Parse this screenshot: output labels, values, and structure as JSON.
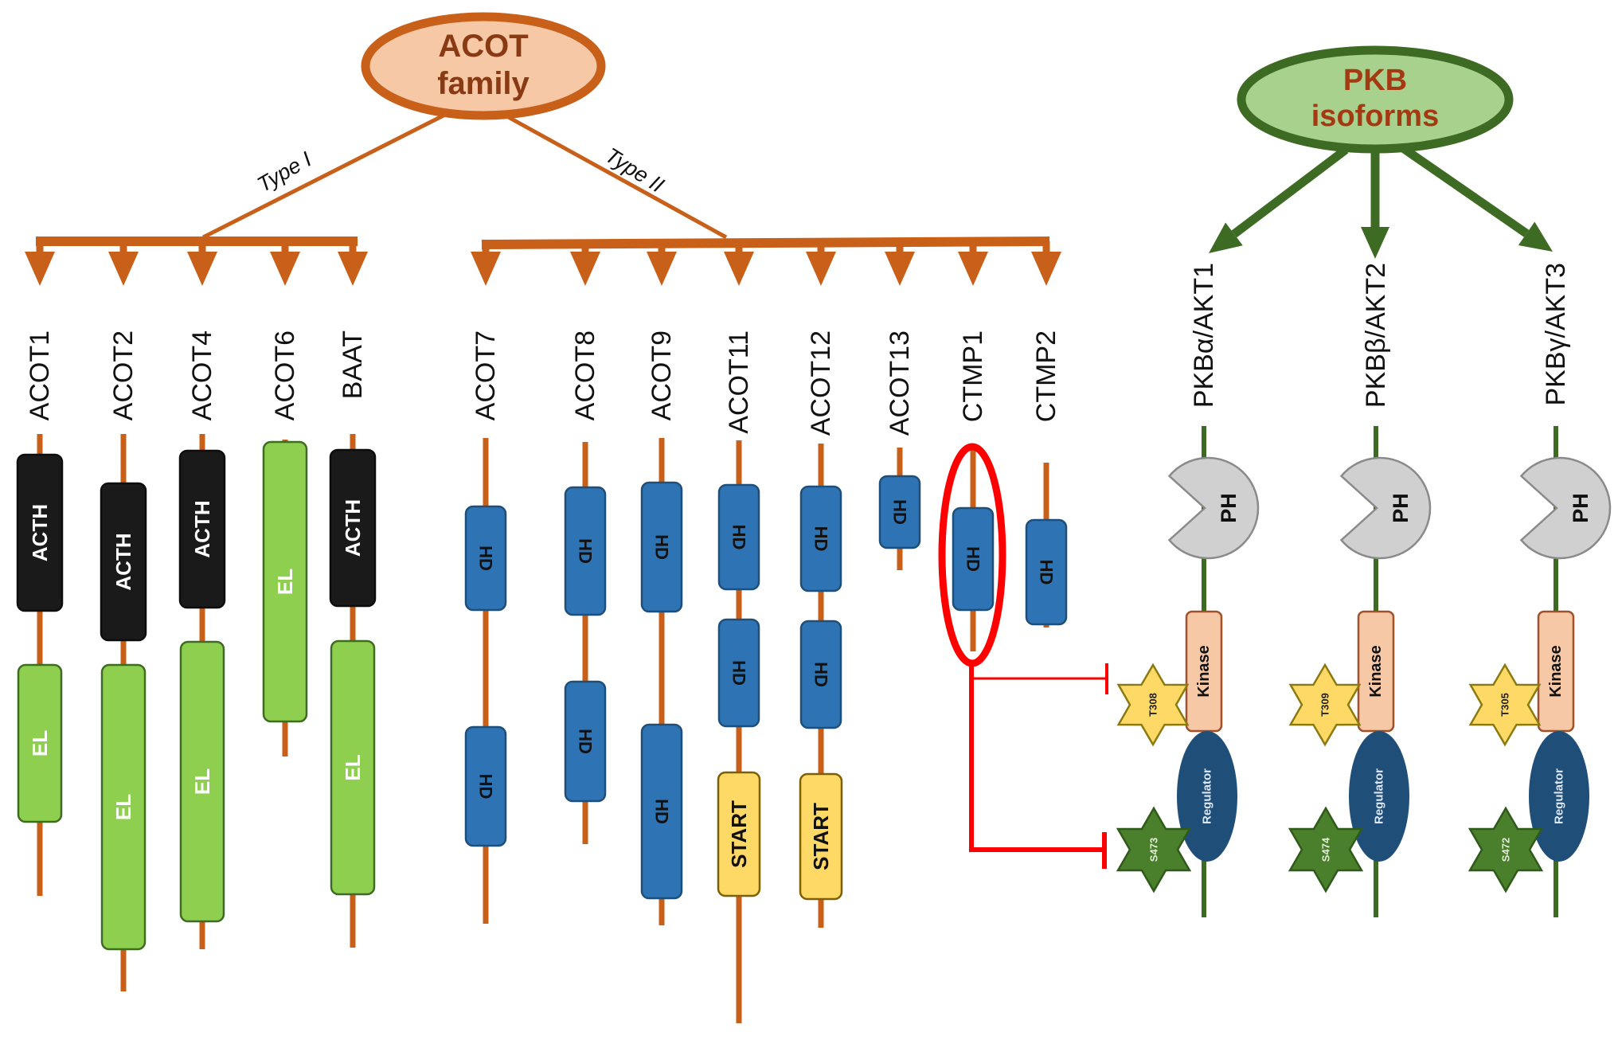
{
  "acot_family": {
    "title_line1": "ACOT",
    "title_line2": "family",
    "branches": [
      {
        "label": "Type I",
        "genes": [
          {
            "name": "ACOT1",
            "domains": [
              {
                "type": "ACTH",
                "label": "ACTH"
              },
              {
                "type": "EL",
                "label": "EL"
              }
            ]
          },
          {
            "name": "ACOT2",
            "domains": [
              {
                "type": "ACTH",
                "label": "ACTH"
              },
              {
                "type": "EL",
                "label": "EL"
              }
            ]
          },
          {
            "name": "ACOT4",
            "domains": [
              {
                "type": "ACTH",
                "label": "ACTH"
              },
              {
                "type": "EL",
                "label": "EL"
              }
            ]
          },
          {
            "name": "ACOT6",
            "domains": [
              {
                "type": "EL",
                "label": "EL"
              }
            ]
          },
          {
            "name": "BAAT",
            "domains": [
              {
                "type": "ACTH",
                "label": "ACTH"
              },
              {
                "type": "EL",
                "label": "EL"
              }
            ]
          }
        ]
      },
      {
        "label": "Type II",
        "genes": [
          {
            "name": "ACOT7",
            "domains": [
              {
                "type": "HD",
                "label": "HD"
              },
              {
                "type": "HD",
                "label": "HD"
              }
            ]
          },
          {
            "name": "ACOT8",
            "domains": [
              {
                "type": "HD",
                "label": "HD"
              },
              {
                "type": "HD",
                "label": "HD"
              }
            ]
          },
          {
            "name": "ACOT9",
            "domains": [
              {
                "type": "HD",
                "label": "HD"
              },
              {
                "type": "HD",
                "label": "HD"
              }
            ]
          },
          {
            "name": "ACOT11",
            "domains": [
              {
                "type": "HD",
                "label": "HD"
              },
              {
                "type": "HD",
                "label": "HD"
              },
              {
                "type": "START",
                "label": "START"
              }
            ]
          },
          {
            "name": "ACOT12",
            "domains": [
              {
                "type": "HD",
                "label": "HD"
              },
              {
                "type": "HD",
                "label": "HD"
              },
              {
                "type": "START",
                "label": "START"
              }
            ]
          },
          {
            "name": "ACOT13",
            "domains": [
              {
                "type": "HD",
                "label": "HD"
              }
            ]
          },
          {
            "name": "CTMP1",
            "domains": [
              {
                "type": "HD",
                "label": "HD"
              }
            ],
            "highlighted": true
          },
          {
            "name": "CTMP2",
            "domains": [
              {
                "type": "HD",
                "label": "HD"
              }
            ]
          }
        ]
      }
    ]
  },
  "pkb": {
    "title_line1": "PKB",
    "title_line2": "isoforms",
    "isoforms": [
      {
        "name": "PKBα/AKT1",
        "ph": "PH",
        "kinase": "Kinase",
        "regulator": "Regulator",
        "thr_site": "T308",
        "ser_site": "S473"
      },
      {
        "name": "PKBβ/AKT2",
        "ph": "PH",
        "kinase": "Kinase",
        "regulator": "Regulator",
        "thr_site": "T309",
        "ser_site": "S474"
      },
      {
        "name": "PKBγ/AKT3",
        "ph": "PH",
        "kinase": "Kinase",
        "regulator": "Regulator",
        "thr_site": "T305",
        "ser_site": "S472"
      }
    ]
  },
  "interaction": {
    "source": "CTMP1",
    "target": "PKBα/AKT1",
    "type": "inhibition",
    "inhibits": [
      "T308",
      "S473"
    ]
  },
  "colors": {
    "acot_line": "#c8601a",
    "acot_fill": "#f7c8a6",
    "acth_fill": "#1a1a1a",
    "el_fill": "#8ecf4f",
    "el_stroke": "#3f6b22",
    "hd_fill": "#2e74b5",
    "hd_stroke": "#1f4e79",
    "start_fill": "#ffd966",
    "start_stroke": "#7f6000",
    "pkb_line": "#3d6b23",
    "pkb_fill": "#a9d18e",
    "ph_fill": "#d0d0d0",
    "kinase_fill": "#f7c8a6",
    "kinase_stroke": "#a0502a",
    "regulator_fill": "#1f4e79",
    "thr_fill": "#ffd966",
    "ser_fill": "#4a7f2c",
    "inhibition": "#ff0000"
  }
}
